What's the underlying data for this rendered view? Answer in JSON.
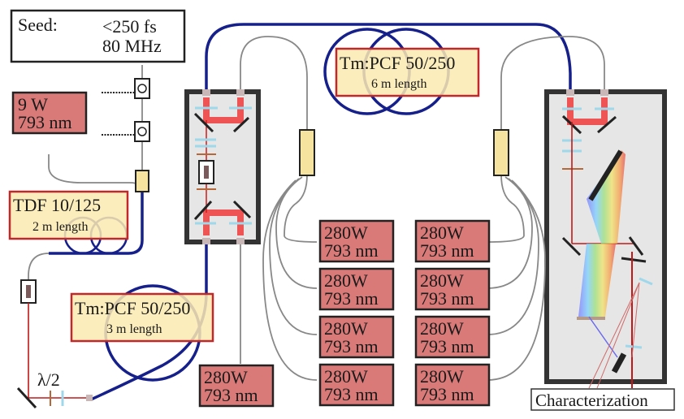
{
  "seed": {
    "title": "Seed:",
    "pulse": "<250 fs",
    "rep_rate": "80 MHz"
  },
  "seed_pump": {
    "power": "9 W",
    "wavelength": "793 nm"
  },
  "tdf": {
    "name": "TDF 10/125",
    "length": "2 m length"
  },
  "pcf1": {
    "name": "Tm:PCF 50/250",
    "length": "3 m length"
  },
  "pcf2": {
    "name": "Tm:PCF 50/250",
    "length": "6 m length"
  },
  "waveplate": {
    "label": "λ/2"
  },
  "pumps": [
    {
      "power": "280W",
      "wavelength": "793 nm"
    },
    {
      "power": "280W",
      "wavelength": "793 nm"
    },
    {
      "power": "280W",
      "wavelength": "793 nm"
    },
    {
      "power": "280W",
      "wavelength": "793 nm"
    },
    {
      "power": "280W",
      "wavelength": "793 nm"
    },
    {
      "power": "280W",
      "wavelength": "793 nm"
    },
    {
      "power": "280W",
      "wavelength": "793 nm"
    },
    {
      "power": "280W",
      "wavelength": "793 nm"
    },
    {
      "power": "280W",
      "wavelength": "793 nm"
    }
  ],
  "characterization": {
    "label": "Characterization"
  },
  "colors": {
    "fiber": "#16208a",
    "pump_box": "#d97a78",
    "fiber_box": "#fbeab0",
    "beam": "#ee3a3a"
  }
}
